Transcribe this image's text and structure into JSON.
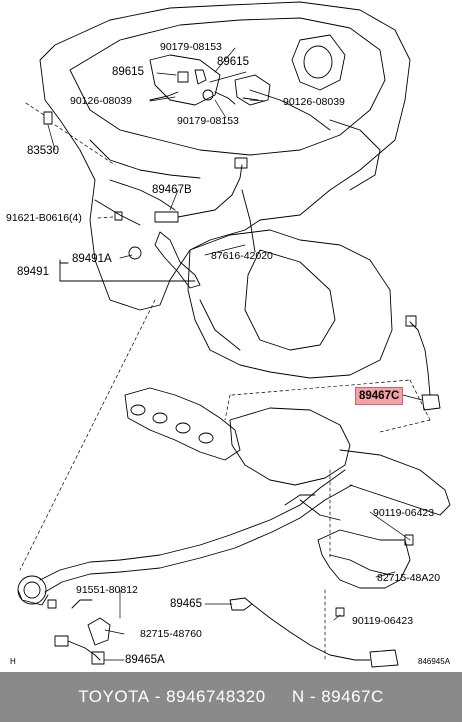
{
  "labels": {
    "l_90179_a": "90179-08153",
    "l_89615_l": "89615",
    "l_89615_r": "89615",
    "l_90126_l": "90126-08039",
    "l_90126_r": "90126-08039",
    "l_90179_b": "90179-08153",
    "l_83530": "83530",
    "l_89467b": "89467B",
    "l_91621": "91621-B0616(4)",
    "l_87616": "87616-42020",
    "l_89491": "89491",
    "l_89491a": "89491A",
    "l_89467c": "89467C",
    "l_90119_a": "90119-06423",
    "l_91551": "91551-80812",
    "l_82715_a": "82715-48A20",
    "l_89465": "89465",
    "l_82715_b": "82715-48760",
    "l_90119_b": "90119-06423",
    "l_89465a": "89465A",
    "l_h": "H",
    "l_code": "846945A"
  },
  "footer": {
    "brand": "TOYOTA",
    "part_number": "8946748320",
    "n_label": "N",
    "n_value": "89467C"
  },
  "colors": {
    "highlight_bg": "#f3a3a8",
    "footer_bg": "#8a8a8a"
  }
}
